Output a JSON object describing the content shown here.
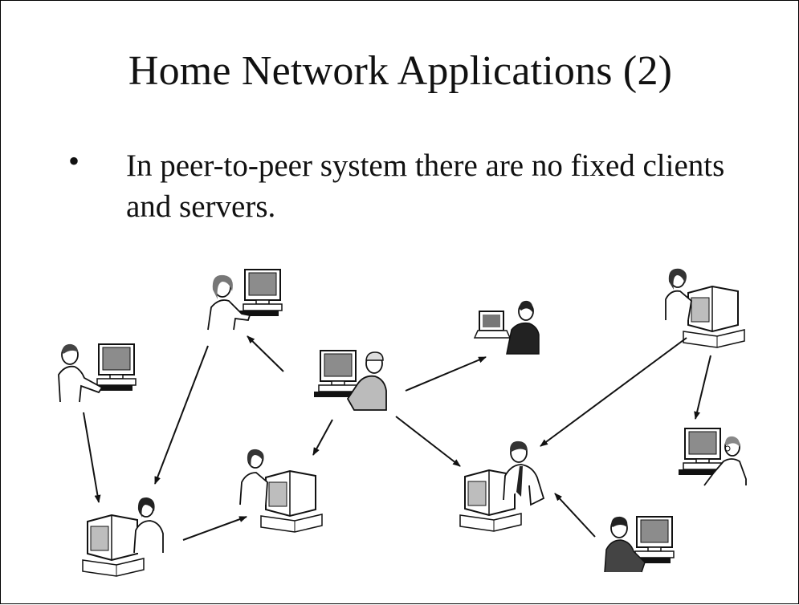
{
  "slide": {
    "title": "Home Network Applications (2)",
    "bullets": [
      "In  peer-to-peer system there are no fixed clients and servers."
    ]
  },
  "diagram": {
    "type": "peer-to-peer network illustration",
    "colors": {
      "line": "#111111",
      "screen": "#8c8c8c",
      "body": "#ffffff",
      "dark": "#222222"
    }
  }
}
